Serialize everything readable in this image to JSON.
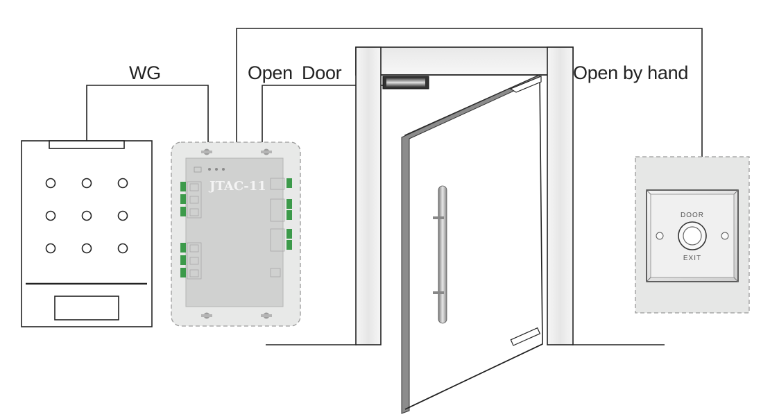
{
  "labels": {
    "wg": "WG",
    "open_door": "Open  Door",
    "open_by_hand": "Open by hand"
  },
  "controller": {
    "model": "JTAC-11"
  },
  "exit_button": {
    "top_text": "DOOR",
    "bottom_text": "EXIT"
  },
  "colors": {
    "line": "#222222",
    "frame_fill": "#efefef",
    "device_fill": "#e6e7e6",
    "board_fill": "#cfd0cf",
    "terminal_green": "#3c9a4a"
  }
}
